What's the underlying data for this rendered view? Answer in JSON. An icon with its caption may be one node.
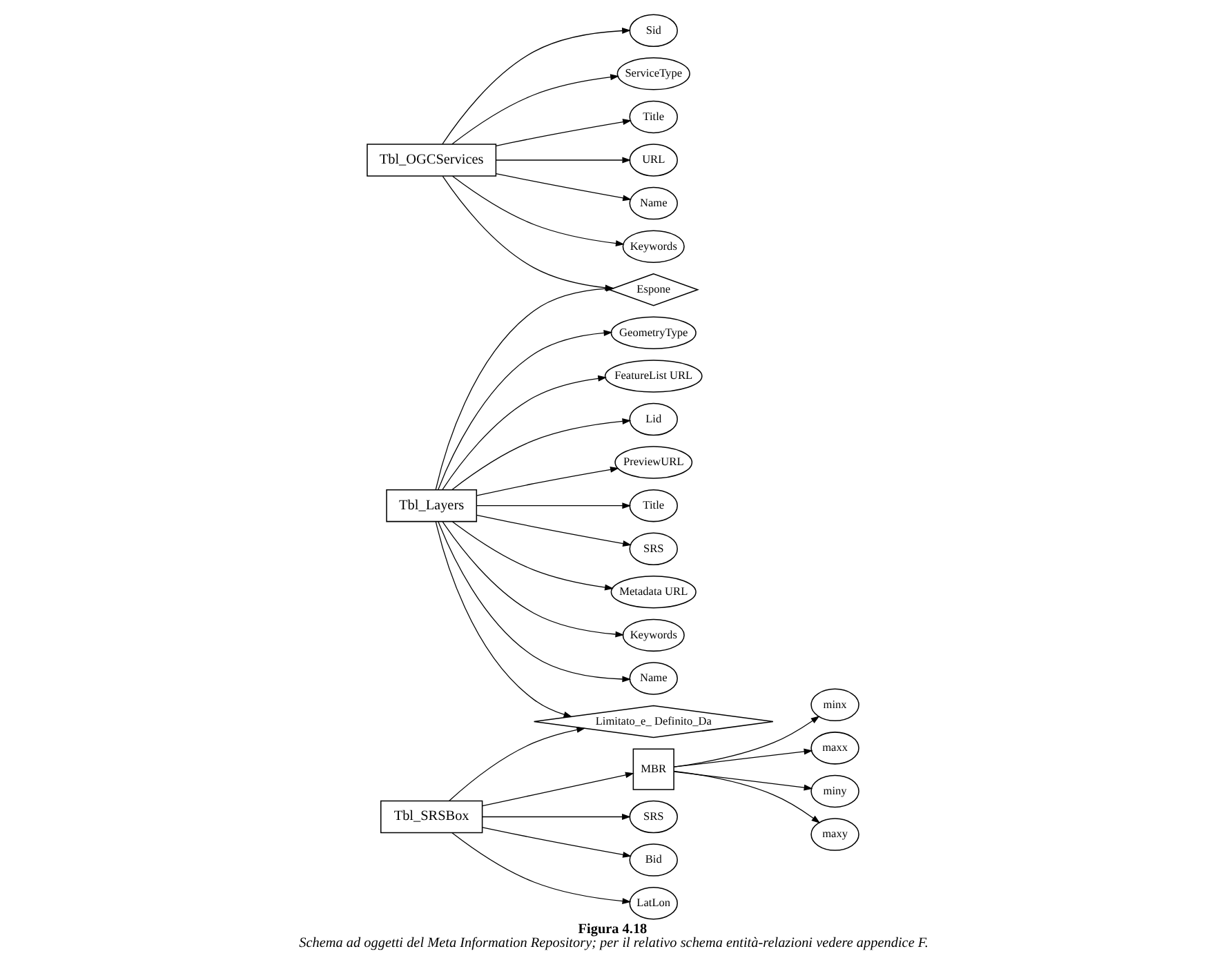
{
  "diagram": {
    "title": "Figura 4.18",
    "caption": "Schema ad oggetti del Meta Information Repository; per il relativo schema entità-relazioni vedere appendice F.",
    "nodes": [
      {
        "text": [
          "Tbl_OGCServices"
        ]
      },
      {
        "text": [
          "Sid"
        ]
      },
      {
        "text": [
          "ServiceType"
        ]
      },
      {
        "text": [
          "Title"
        ]
      },
      {
        "text": [
          "URL"
        ]
      },
      {
        "text": [
          "Name"
        ]
      },
      {
        "text": [
          "Keywords"
        ]
      },
      {
        "text": [
          "Espone"
        ]
      },
      {
        "text": [
          "Tbl_Layers"
        ]
      },
      {
        "text": [
          "GeometryType"
        ]
      },
      {
        "text": [
          "FeatureList URL"
        ]
      },
      {
        "text": [
          "Lid"
        ]
      },
      {
        "text": [
          "PreviewURL"
        ]
      },
      {
        "text": [
          "Title"
        ]
      },
      {
        "text": [
          "SRS"
        ]
      },
      {
        "text": [
          "Metadata URL"
        ]
      },
      {
        "text": [
          "Keywords"
        ]
      },
      {
        "text": [
          "Name"
        ]
      },
      {
        "text": [
          "MBR"
        ]
      },
      {
        "text": [
          "minx"
        ]
      },
      {
        "text": [
          "maxx"
        ]
      },
      {
        "text": [
          "miny"
        ]
      },
      {
        "text": [
          "maxy"
        ]
      },
      {
        "text": [
          "Tbl_SRSBox"
        ]
      },
      {
        "text": [
          "SRS"
        ]
      },
      {
        "text": [
          "Bid"
        ]
      },
      {
        "text": [
          "LatLon"
        ]
      },
      {
        "text": [
          "Limitato_e_ Definito_Da"
        ]
      }
    ],
    "edges": [
      {
        "from": 0,
        "to": 1,
        "arrow": "to"
      },
      {
        "from": 0,
        "to": 2,
        "arrow": "to"
      },
      {
        "from": 0,
        "to": 3,
        "arrow": "to"
      },
      {
        "from": 0,
        "to": 4,
        "arrow": "to"
      },
      {
        "from": 0,
        "to": 5,
        "arrow": "to"
      },
      {
        "from": 0,
        "to": 6,
        "arrow": "to"
      },
      {
        "from": 0,
        "to": 7,
        "arrow": "to"
      },
      {
        "from": 8,
        "to": 7,
        "arrow": "to"
      },
      {
        "from": 8,
        "to": 9,
        "arrow": "to"
      },
      {
        "from": 8,
        "to": 10,
        "arrow": "to"
      },
      {
        "from": 8,
        "to": 11,
        "arrow": "to"
      },
      {
        "from": 8,
        "to": 12,
        "arrow": "to"
      },
      {
        "from": 8,
        "to": 13,
        "arrow": "to"
      },
      {
        "from": 8,
        "to": 14,
        "arrow": "to"
      },
      {
        "from": 8,
        "to": 15,
        "arrow": "to"
      },
      {
        "from": 8,
        "to": 16,
        "arrow": "to"
      },
      {
        "from": 8,
        "to": 17,
        "arrow": "to"
      },
      {
        "from": 8,
        "to": 27,
        "arrow": "to"
      },
      {
        "from": 23,
        "to": 18,
        "arrow": "to"
      },
      {
        "from": 18,
        "to": 19,
        "arrow": "to"
      },
      {
        "from": 18,
        "to": 20,
        "arrow": "to"
      },
      {
        "from": 18,
        "to": 21,
        "arrow": "to"
      },
      {
        "from": 18,
        "to": 22,
        "arrow": "to"
      },
      {
        "from": 23,
        "to": 24,
        "arrow": "to"
      },
      {
        "from": 23,
        "to": 25,
        "arrow": "to"
      },
      {
        "from": 23,
        "to": 26,
        "arrow": "to"
      },
      {
        "from": 23,
        "to": 27,
        "arrow": "to"
      }
    ]
  }
}
